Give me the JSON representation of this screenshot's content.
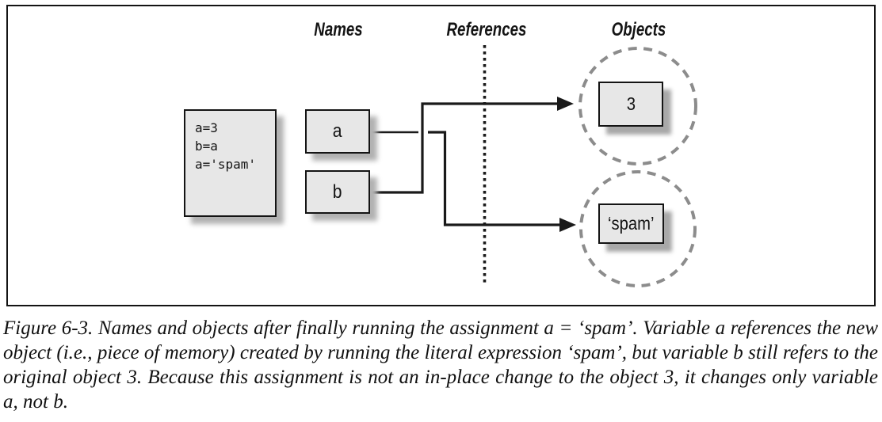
{
  "diagram": {
    "column_headers": {
      "names": "Names",
      "references": "References",
      "objects": "Objects"
    },
    "code_box": {
      "text": "a=3\nb=a\na='spam'"
    },
    "name_boxes": [
      {
        "label": "a"
      },
      {
        "label": "b"
      }
    ],
    "object_boxes": [
      {
        "label": "3"
      },
      {
        "label": "‘spam’"
      }
    ]
  },
  "caption": "Figure 6-3. Names and objects after finally running the assignment a = ‘spam’. Variable a references the new object (i.e., piece of memory) created by running the literal expression ‘spam’, but variable b still refers to the original object 3. Because this assignment is not an in-place change to the object 3, it changes only variable a, not b.",
  "colors": {
    "line": "#1a1a1a",
    "box_fill": "#e7e7e7",
    "box_border": "#141414",
    "dashed_circle": "#8c8c8c",
    "shadow": "#b2b2b2"
  }
}
